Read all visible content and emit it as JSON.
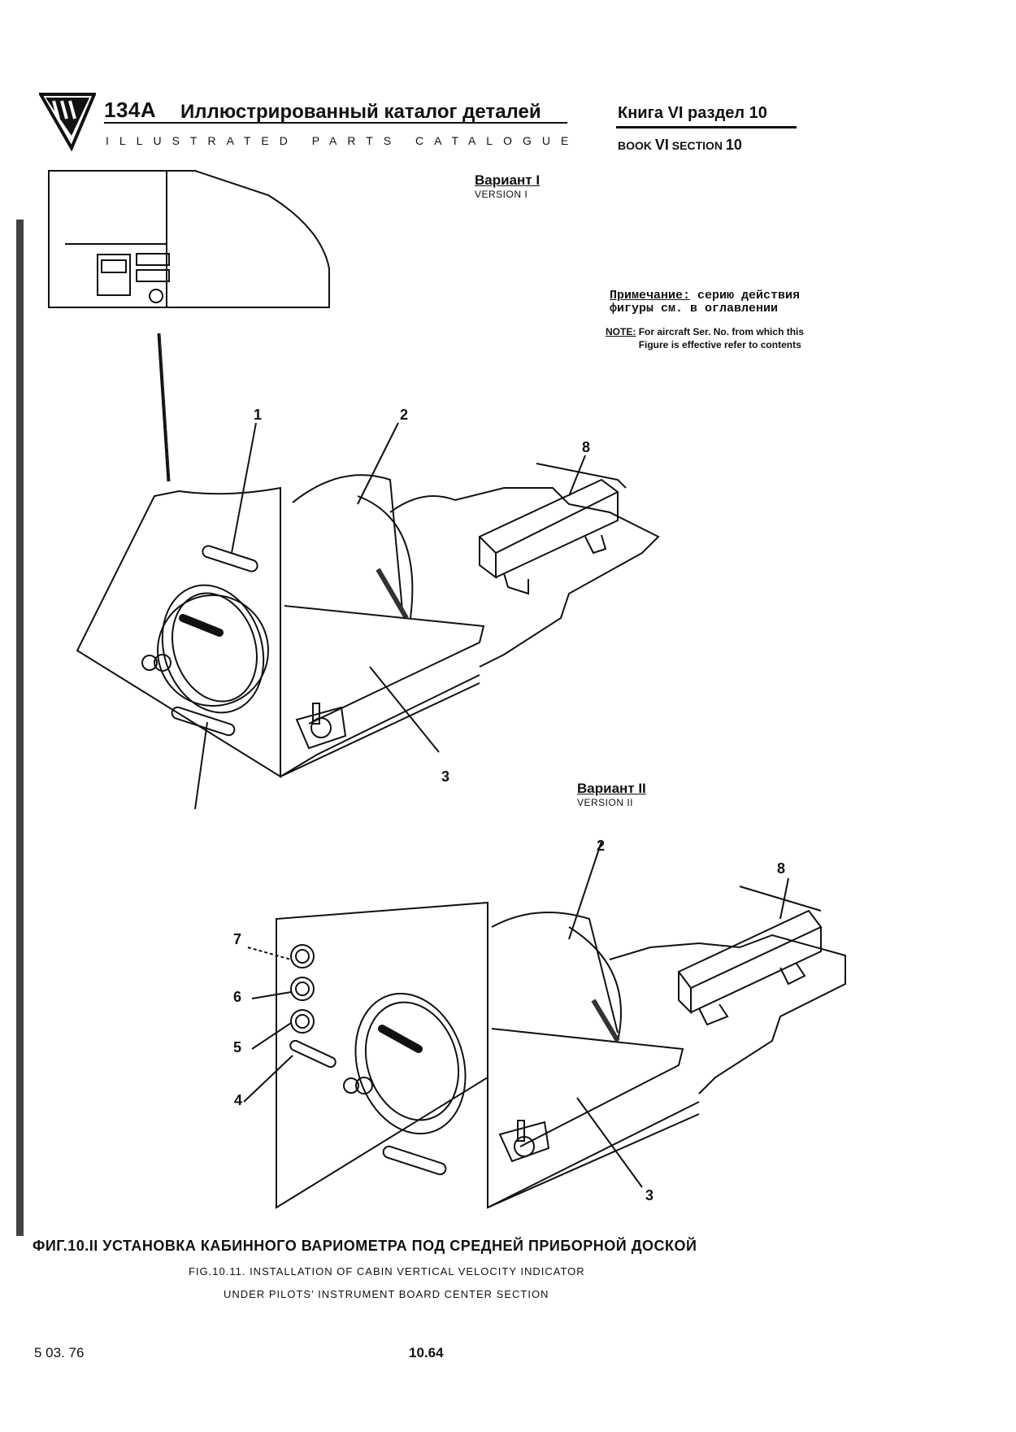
{
  "header": {
    "model": "134А",
    "title_ru": "Иллюстрированный каталог деталей",
    "title_en": "ILLUSTRATED PARTS CATALOGUE",
    "book_ru": "Книга VI раздел 10",
    "book_en_prefix": "BOOK",
    "book_en_num": "VI",
    "book_en_section": "SECTION",
    "book_en_section_num": "10"
  },
  "version1": {
    "ru": "Вариант I",
    "en": "VERSION I"
  },
  "version2": {
    "ru": "Вариант II",
    "en": "VERSION II"
  },
  "note": {
    "ru_label": "Примечание:",
    "ru_text": " серию действия фигуры см. в оглавлении",
    "en_label": "NOTE:",
    "en_text": "For aircraft Ser. No. from which this Figure is effective refer to contents"
  },
  "callouts_v1": [
    "1",
    "2",
    "8",
    "3"
  ],
  "callouts_v2": [
    "2",
    "8",
    "7",
    "6",
    "5",
    "4",
    "3"
  ],
  "caption": {
    "ru": "ФИГ.10.II УСТАНОВКА КАБИННОГО ВАРИОМЕТРА ПОД СРЕДНЕЙ ПРИБОРНОЙ ДОСКОЙ",
    "en_line1": "FIG.10.11. INSTALLATION OF CABIN VERTICAL VELOCITY INDICATOR",
    "en_line2": "UNDER PILOTS' INSTRUMENT BOARD CENTER SECTION"
  },
  "footer": {
    "date": "5 03. 76",
    "page": "10.64"
  }
}
